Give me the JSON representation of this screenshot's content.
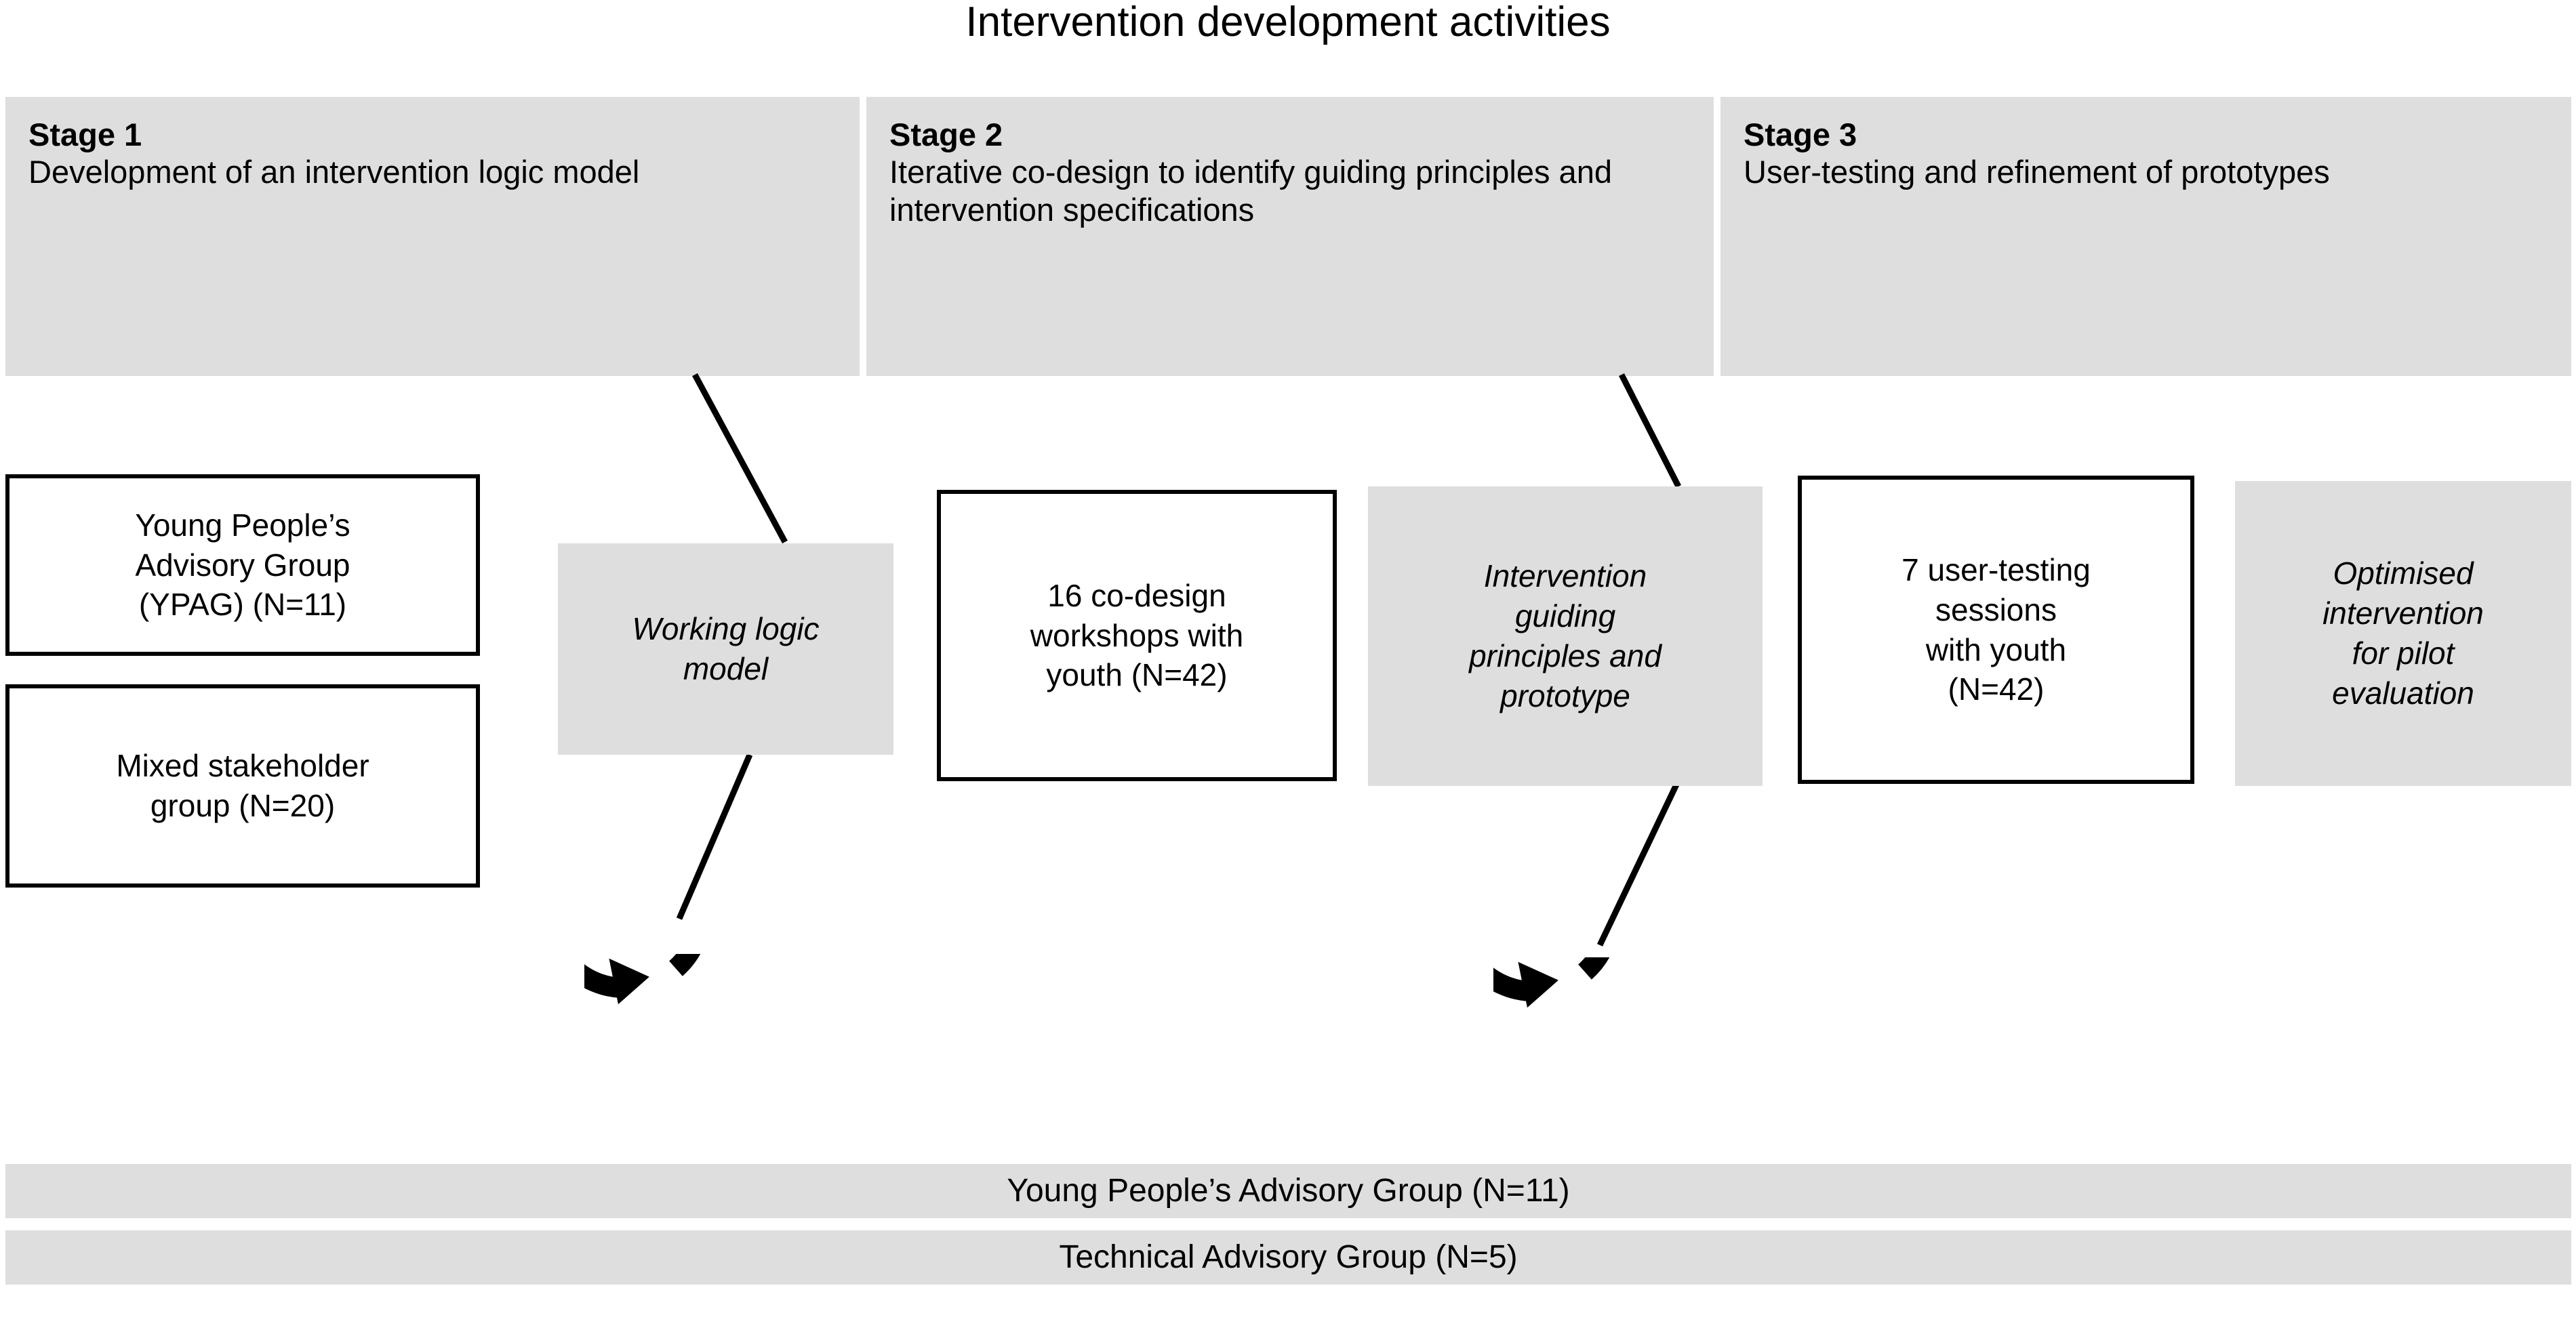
{
  "figure": {
    "title": "Intervention development activities"
  },
  "stages": [
    {
      "name": "stage-1",
      "title": "Stage 1",
      "description": "Development of an intervention logic model"
    },
    {
      "name": "stage-2",
      "title": "Stage 2",
      "description": "Iterative co-design to identify guiding principles and intervention specifications"
    },
    {
      "name": "stage-3",
      "title": "Stage 3",
      "description": "User-testing and refinement of prototypes"
    }
  ],
  "activities": [
    {
      "name": "ypag-box",
      "style": "outlined",
      "text": "Young People’s\nAdvisory Group\n(YPAG) (N=11)"
    },
    {
      "name": "mixed-stakeholder-box",
      "style": "outlined",
      "text": "Mixed stakeholder\ngroup (N=20)"
    },
    {
      "name": "working-logic-model-box",
      "style": "filled",
      "text": "Working logic\nmodel"
    },
    {
      "name": "co-design-workshops-box",
      "style": "outlined",
      "text": "16 co-design\nworkshops with\nyouth (N=42)"
    },
    {
      "name": "guiding-principles-prototype-box",
      "style": "filled",
      "text": "Intervention\nguiding\nprinciples and\nprototype"
    },
    {
      "name": "user-testing-sessions-box",
      "style": "outlined",
      "text": "7 user-testing\nsessions\nwith youth\n(N=42)"
    },
    {
      "name": "optimised-intervention-box",
      "style": "filled",
      "text": "Optimised\nintervention\nfor pilot\nevaluation"
    }
  ],
  "loop_icons": [
    {
      "name": "iteration-loop-icon-left",
      "label": "circular-arrow-icon"
    },
    {
      "name": "iteration-loop-icon-right",
      "label": "circular-arrow-icon"
    }
  ],
  "bottom_bars": [
    {
      "name": "ypag-advisory-bar",
      "text": "Young People’s Advisory Group (N=11)"
    },
    {
      "name": "technical-advisory-bar",
      "text": "Technical Advisory Group (N=5)"
    }
  ],
  "colors": {
    "fill_grey": "#dedede",
    "stroke_black": "#000000",
    "background": "#ffffff"
  }
}
